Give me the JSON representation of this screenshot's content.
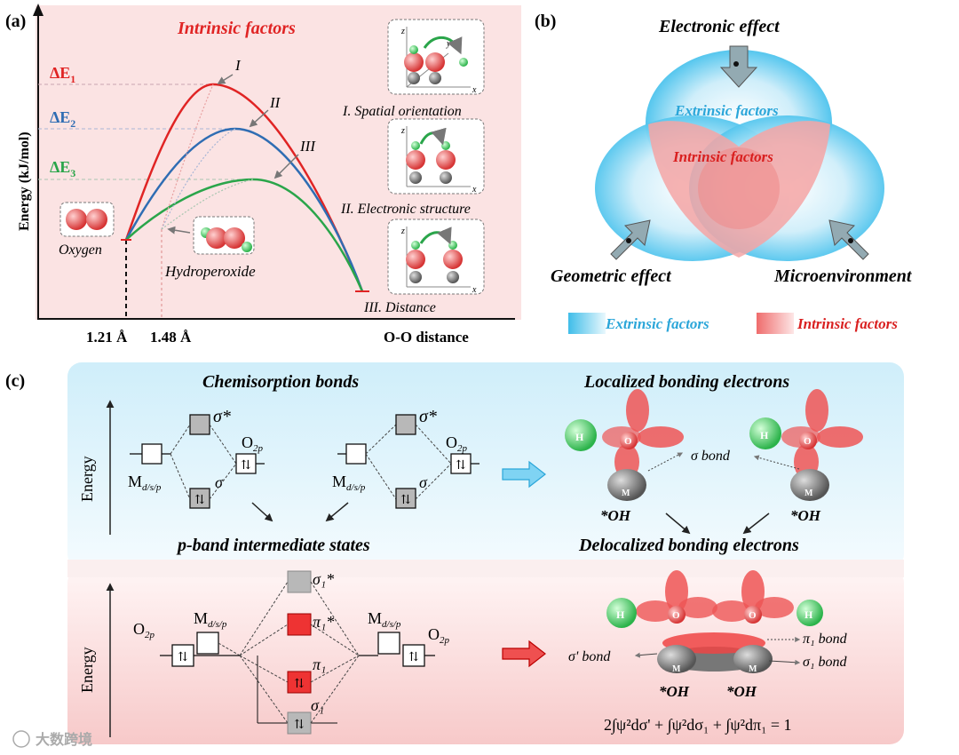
{
  "panel_a": {
    "label": "(a)",
    "title": "Intrinsic factors",
    "ylabel": "Energy (kJ/mol)",
    "xlabel": "O-O distance",
    "tick1": "1.21 Å",
    "tick2": "1.48 Å",
    "de1_main": "ΔE",
    "de1_sub": "1",
    "de2_main": "ΔE",
    "de2_sub": "2",
    "de3_main": "ΔE",
    "de3_sub": "3",
    "curve1": "I",
    "curve2": "II",
    "curve3": "III",
    "oxygen": "Oxygen",
    "hydroperoxide": "Hydroperoxide",
    "factor1": "I. Spatial orientation",
    "factor2": "II. Electronic structure",
    "factor3": "III. Distance",
    "axis_z": "z",
    "axis_y": "y",
    "axis_x": "x",
    "colors": {
      "curve1": "#e02424",
      "curve2": "#2f6db3",
      "curve3": "#2aa54a",
      "bg": "#fbe3e3"
    }
  },
  "panel_b": {
    "label": "(b)",
    "electronic": "Electronic effect",
    "geometric": "Geometric effect",
    "micro": "Microenvironment",
    "extrinsic_inner": "Extrinsic factors",
    "intrinsic_inner": "Intrinsic factors",
    "legend_extrinsic": "Extrinsic factors",
    "legend_intrinsic": "Intrinsic factors"
  },
  "panel_c": {
    "label": "(c)",
    "chem_title": "Chemisorption bonds",
    "local_title": "Localized bonding electrons",
    "pband_title": "p-band intermediate states",
    "deloc_title": "Delocalized bonding electrons",
    "energy": "Energy",
    "sigma": "σ",
    "sigma_star": "σ*",
    "o2p_main": "O",
    "o2p_sub": "2p",
    "m_main": "M",
    "m_sub": "d/s/p",
    "sigma1": "σ₁",
    "sigma1_star": "σ₁*",
    "pi1": "π₁",
    "pi1_star": "π₁*",
    "sigma_bond": "σ bond",
    "sigma_prime_bond": "σ' bond",
    "pi1_bond": "π₁ bond",
    "sigma1_bond": "σ₁ bond",
    "oh": "*OH",
    "atom_h": "H",
    "atom_o": "O",
    "atom_m": "M",
    "equation": "2∫ψ²dσ' + ∫ψ²dσ₁ + ∫ψ²dπ₁ = 1"
  },
  "watermark": "大数跨境"
}
